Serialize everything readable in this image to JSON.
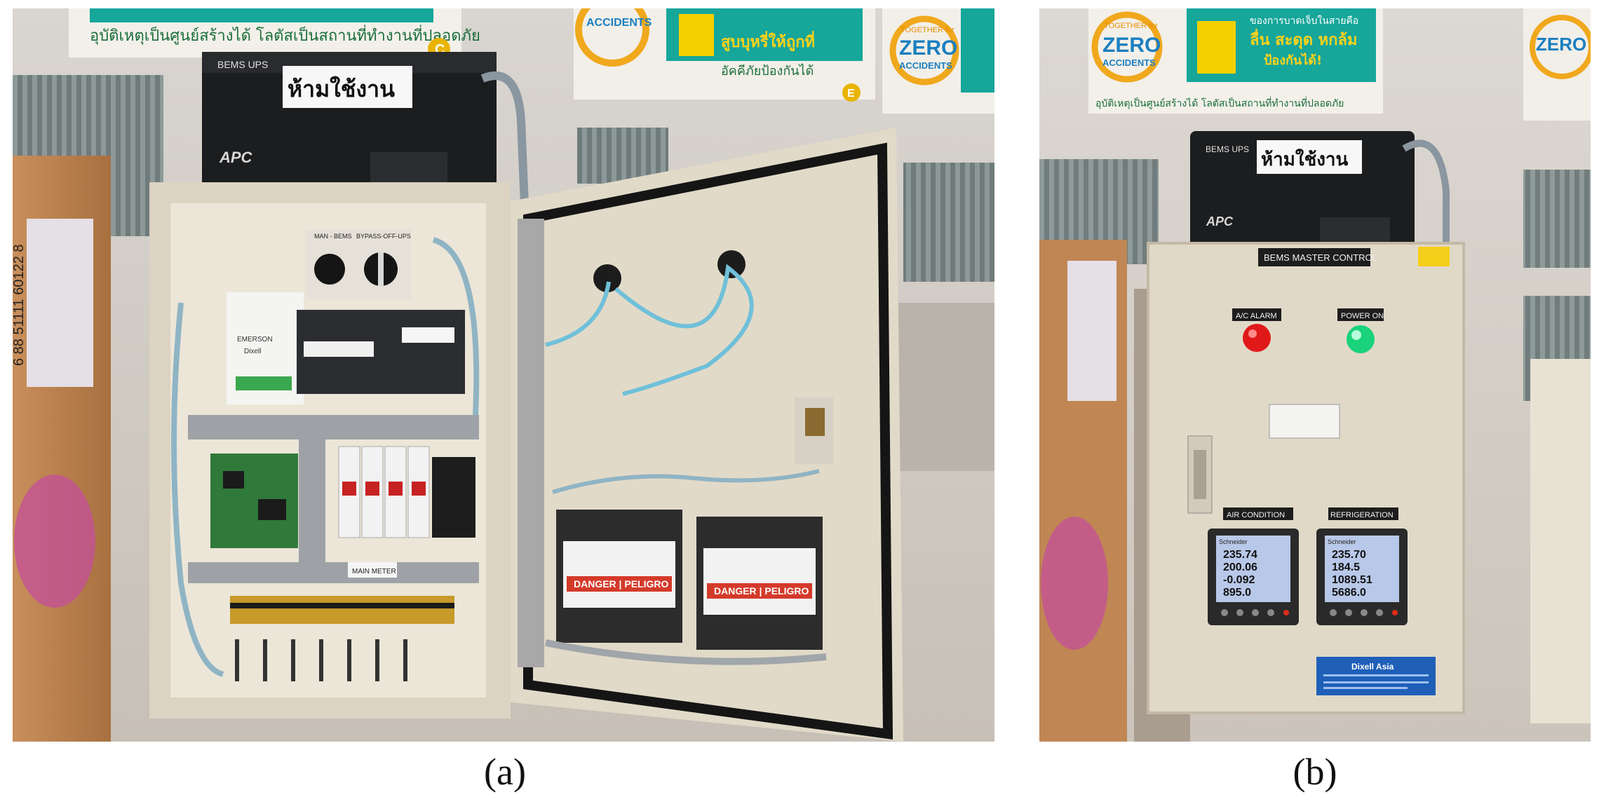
{
  "captions": {
    "a": "(a)",
    "b": "(b)"
  },
  "photo_a": {
    "ups": {
      "model_label": "BEMS UPS",
      "sticker": "ห้ามใช้งาน",
      "brand": "APC"
    },
    "poster_top": "อุบัติเหตุเป็นศูนย์สร้างได้ โลตัสเป็นสถานที่ทำงานที่ปลอดภัย",
    "poster_accidents": "ACCIDENTS",
    "poster_hands": "สูบบุหรี่ให้ถูกที่",
    "poster_hands_sub": "อัคคีภัยป้องกันได้",
    "poster_zero_for": "TOGETHER for",
    "poster_zero": "ZERO",
    "poster_zero_accidents": "ACCIDENTS",
    "poster_tag_c": "C",
    "poster_tag_e": "E",
    "switch_labels": {
      "left": "MAN - BEMS",
      "right": "BYPASS-OFF-UPS"
    },
    "controller_brand": "EMERSON",
    "controller_sub": "Dixell",
    "main_meter_label": "MAIN METER",
    "meter_warning": "DANGER | PELIGRO",
    "box_text": "6 88 51111 60122 8"
  },
  "photo_b": {
    "ups": {
      "model_label": "BEMS UPS",
      "sticker": "ห้ามใช้งาน",
      "brand": "APC"
    },
    "poster_zero_for": "TOGETHER for",
    "poster_zero": "ZERO",
    "poster_zero_accidents": "ACCIDENTS",
    "poster_caution": "ของการบาดเจ็บในสายคือ",
    "poster_slip": "ลื่น สะดุด หกล้ม",
    "poster_slip_sub": "ป้องกันได้!",
    "poster_bottom": "อุบัติเหตุเป็นศูนย์สร้างได้ โลตัสเป็นสถานที่ทำงานที่ปลอดภัย",
    "cabinet_title": "BEMS MASTER CONTROL",
    "alarm_label": "A/C ALARM",
    "power_label": "POWER ON",
    "air_label": "AIR CONDITION",
    "refrig_label": "REFRIGERATION",
    "meter_left": {
      "brand": "Schneider",
      "readings": [
        "235.74",
        "200.06",
        "-0.092",
        "895.0"
      ]
    },
    "meter_right": {
      "brand": "Schneider",
      "readings": [
        "235.70",
        "184.5",
        "1089.51",
        "5686.0"
      ]
    },
    "plate_title": "Dixell Asia",
    "colors": {
      "alarm": "#e01818",
      "power": "#19d27a",
      "plate": "#1f5fb8",
      "poster_teal": "#16a69a"
    }
  }
}
